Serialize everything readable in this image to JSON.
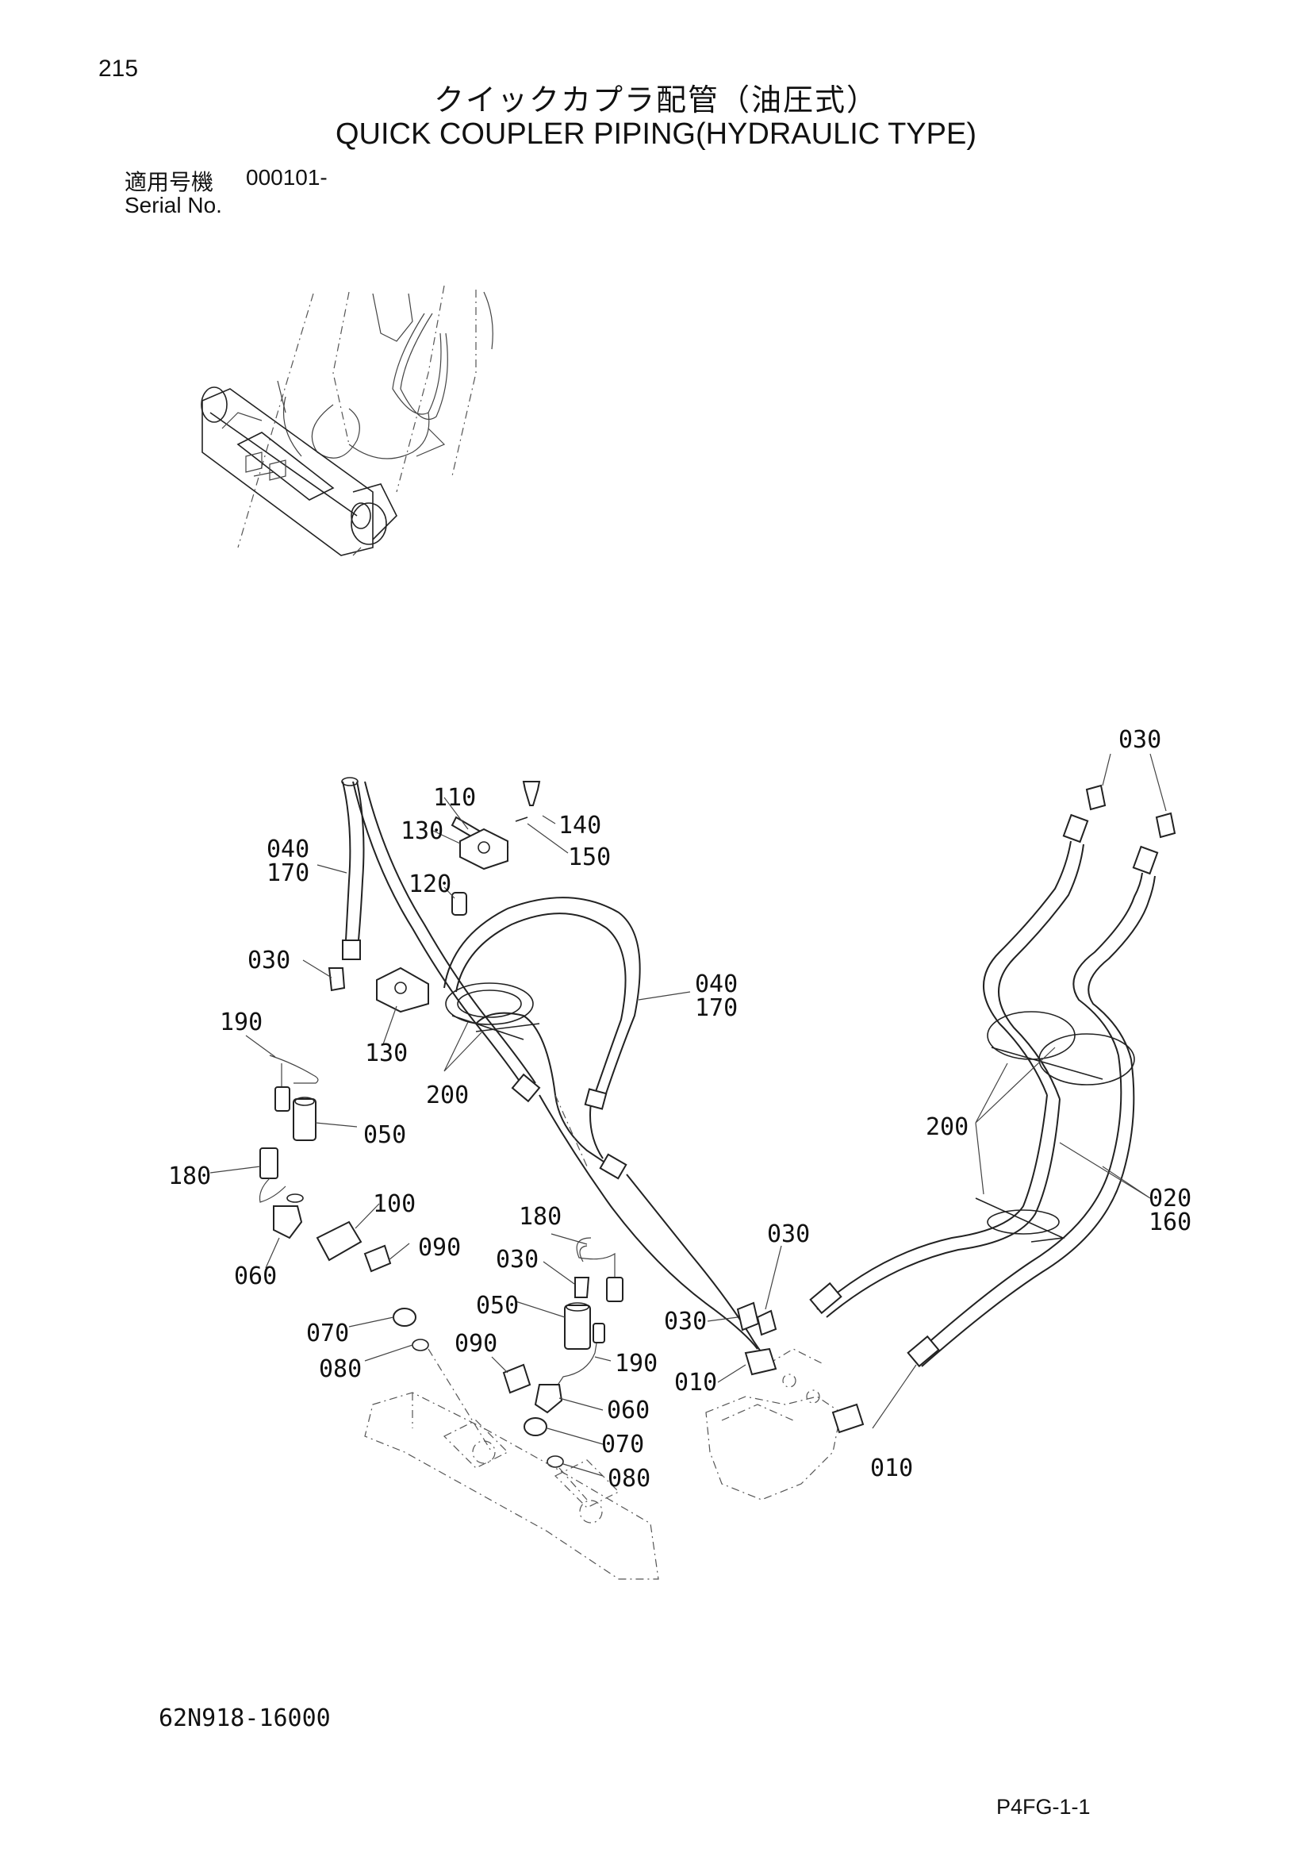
{
  "header": {
    "page_number": "215",
    "title_jp": "クイックカプラ配管（油圧式）",
    "title_en": "QUICK COUPLER PIPING(HYDRAULIC TYPE)",
    "serial_label_jp": "適用号機",
    "serial_value": "000101-",
    "serial_label_en": "Serial No."
  },
  "callouts": [
    "030",
    "040",
    "170",
    "110",
    "130",
    "140",
    "150",
    "120",
    "030",
    "190",
    "130",
    "200",
    "040",
    "170",
    "050",
    "180",
    "100",
    "060",
    "090",
    "180",
    "030",
    "050",
    "070",
    "080",
    "090",
    "190",
    "060",
    "070",
    "080",
    "030",
    "030",
    "010",
    "200",
    "020",
    "160",
    "010"
  ],
  "footer": {
    "drawing_code": "62N918-16000",
    "reference": "P4FG-1-1"
  }
}
